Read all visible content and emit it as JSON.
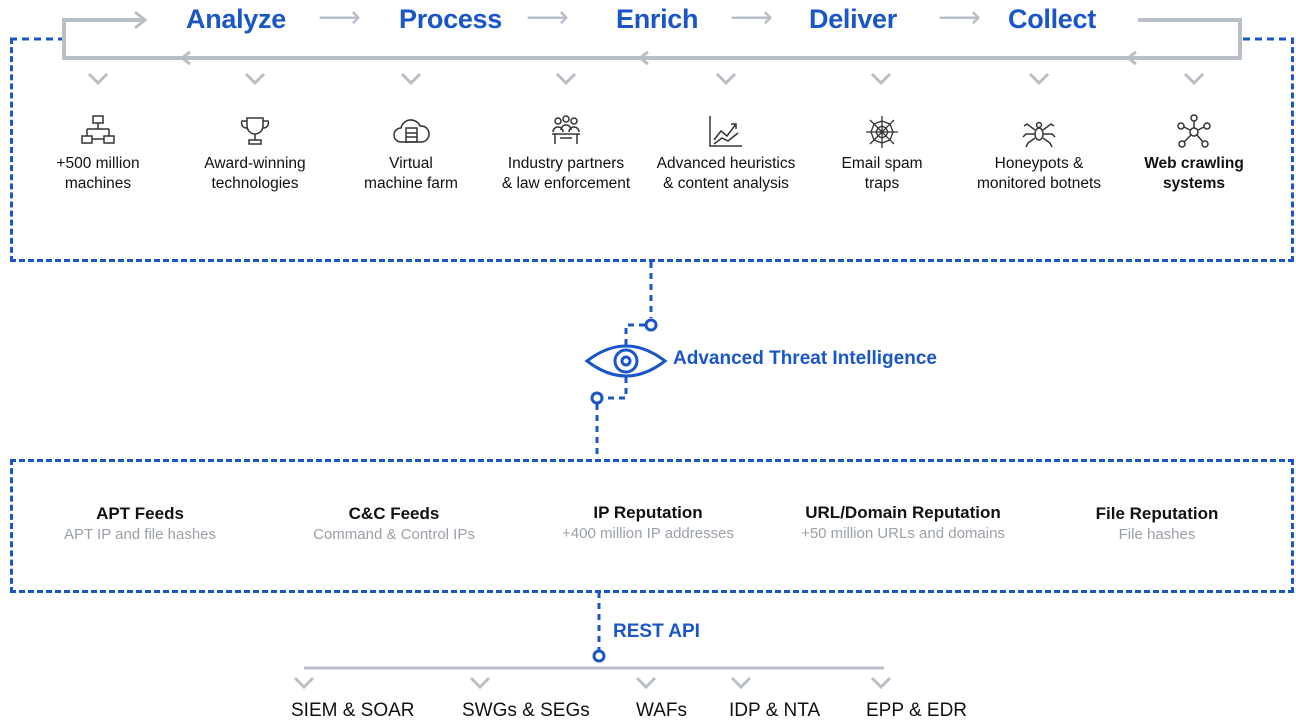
{
  "stages": [
    "Analyze",
    "Process",
    "Enrich",
    "Deliver",
    "Collect"
  ],
  "sources": [
    {
      "icon": "network-icon",
      "label1": "+500 million",
      "label2": "machines"
    },
    {
      "icon": "trophy-icon",
      "label1": "Award-winning",
      "label2": "technologies"
    },
    {
      "icon": "cloud-server-icon",
      "label1": "Virtual",
      "label2": "machine farm"
    },
    {
      "icon": "people-icon",
      "label1": "Industry partners",
      "label2": "& law enforcement"
    },
    {
      "icon": "trend-chart-icon",
      "label1": "Advanced heuristics",
      "label2": "& content analysis"
    },
    {
      "icon": "spider-web-icon",
      "label1": "Email spam",
      "label2": "traps"
    },
    {
      "icon": "spider-icon",
      "label1": "Honeypots &",
      "label2": "monitored botnets"
    },
    {
      "icon": "graph-nodes-icon",
      "label1": "Web crawling",
      "label2": "systems"
    }
  ],
  "center": {
    "title": "Advanced Threat Intelligence",
    "icon": "eye-icon"
  },
  "feeds": [
    {
      "name": "APT Feeds",
      "desc": "APT IP and file hashes"
    },
    {
      "name": "C&C Feeds",
      "desc": "Command & Control IPs"
    },
    {
      "name": "IP Reputation",
      "desc": "+400 million IP addresses"
    },
    {
      "name": "URL/Domain Reputation",
      "desc": "+50 million URLs and domains"
    },
    {
      "name": "File Reputation",
      "desc": "File hashes"
    }
  ],
  "api": {
    "label": "REST API"
  },
  "consumers": [
    "SIEM & SOAR",
    "SWGs & SEGs",
    "WAFs",
    "IDP & NTA",
    "EPP & EDR"
  ],
  "colors": {
    "accent": "#1a56c8",
    "gray_line": "#b8bfc6",
    "muted_text": "#9aa1a8"
  }
}
